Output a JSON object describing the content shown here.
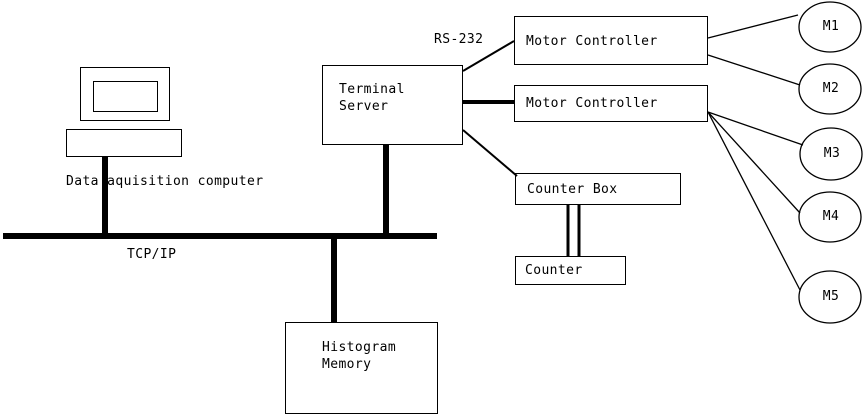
{
  "diagram": {
    "title": "Data acquisition system block diagram",
    "type": "block-diagram",
    "stroke_color": "#000000",
    "background_color": "#ffffff",
    "nodes": {
      "monitor": {
        "label": "",
        "shape": "rectangle"
      },
      "keyboard": {
        "label": "",
        "shape": "rectangle"
      },
      "computer_caption": {
        "label": "Data aquisition computer"
      },
      "bus": {
        "label": "TCP/IP"
      },
      "terminal_server": {
        "label_line1": "Terminal",
        "label_line2": "Server"
      },
      "histogram_memory": {
        "label_line1": "Histogram",
        "label_line2": "Memory"
      },
      "motor_controller_1": {
        "label": "Motor Controller"
      },
      "motor_controller_2": {
        "label": "Motor Controller"
      },
      "counter_box": {
        "label": "Counter Box"
      },
      "counter": {
        "label": "Counter"
      },
      "motors": [
        {
          "label": "M1"
        },
        {
          "label": "M2"
        },
        {
          "label": "M3"
        },
        {
          "label": "M4"
        },
        {
          "label": "M5"
        }
      ]
    },
    "connections": {
      "rs232_label": "RS-232"
    }
  }
}
